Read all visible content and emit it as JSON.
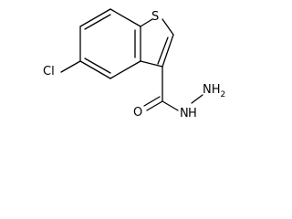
{
  "molecule": {
    "atoms": {
      "sulfur": "S",
      "chlorine": "Cl",
      "oxygen": "O",
      "nh": "N",
      "h_on_n": "H",
      "nh2": "NH",
      "nh2_subscript": "2"
    }
  }
}
